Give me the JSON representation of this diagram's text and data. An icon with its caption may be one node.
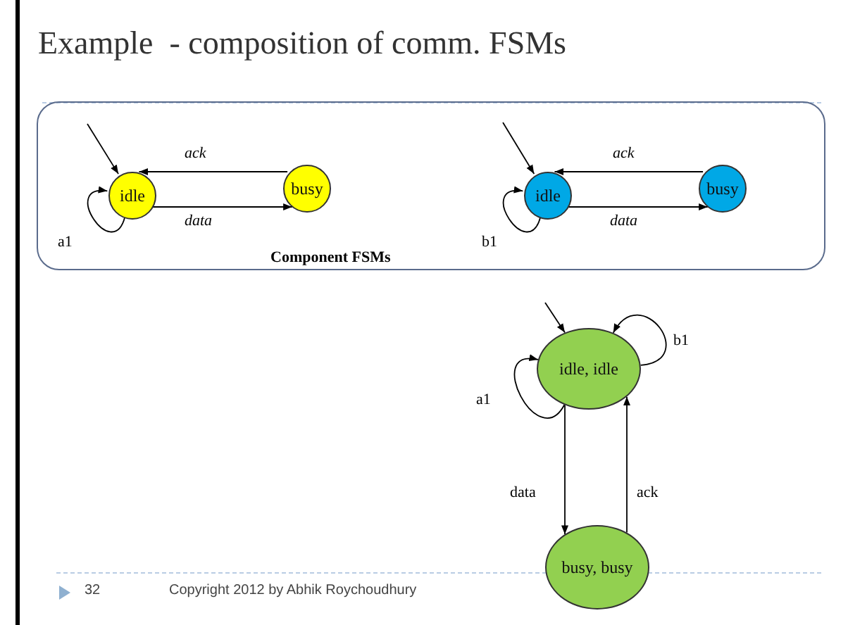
{
  "diagram": {
    "title": "Example  - composition of comm. FSMs",
    "nodes": [
      {
        "text": [
          "Component FSMs"
        ]
      },
      {
        "text": [
          "idle"
        ],
        "in": 0
      },
      {
        "text": [
          "busy"
        ],
        "in": 0
      },
      {
        "text": [
          "idle"
        ],
        "in": 0
      },
      {
        "text": [
          "busy"
        ],
        "in": 0
      },
      {
        "text": [
          "idle, idle"
        ]
      },
      {
        "text": [
          "busy, busy"
        ]
      }
    ],
    "edges": [
      {
        "from": null,
        "to": 1,
        "arrow": "to"
      },
      {
        "from": 1,
        "to": 1,
        "arrow": "to",
        "label": "a1"
      },
      {
        "from": 2,
        "to": 1,
        "arrow": "to",
        "label": "ack"
      },
      {
        "from": 1,
        "to": 2,
        "arrow": "to",
        "label": "data"
      },
      {
        "from": null,
        "to": 3,
        "arrow": "to"
      },
      {
        "from": 3,
        "to": 3,
        "arrow": "to",
        "label": "b1"
      },
      {
        "from": 4,
        "to": 3,
        "arrow": "to",
        "label": "ack"
      },
      {
        "from": 3,
        "to": 4,
        "arrow": "to",
        "label": "data"
      },
      {
        "from": null,
        "to": 5,
        "arrow": "to"
      },
      {
        "from": 5,
        "to": 5,
        "arrow": "to",
        "label": "a1"
      },
      {
        "from": 5,
        "to": 5,
        "arrow": "to",
        "label": "b1"
      },
      {
        "from": 5,
        "to": 6,
        "arrow": "to",
        "label": "data"
      },
      {
        "from": 6,
        "to": 5,
        "arrow": "to",
        "label": "ack"
      }
    ],
    "labels": [
      "32",
      "Copyright 2012 by Abhik Roychoudhury"
    ]
  }
}
